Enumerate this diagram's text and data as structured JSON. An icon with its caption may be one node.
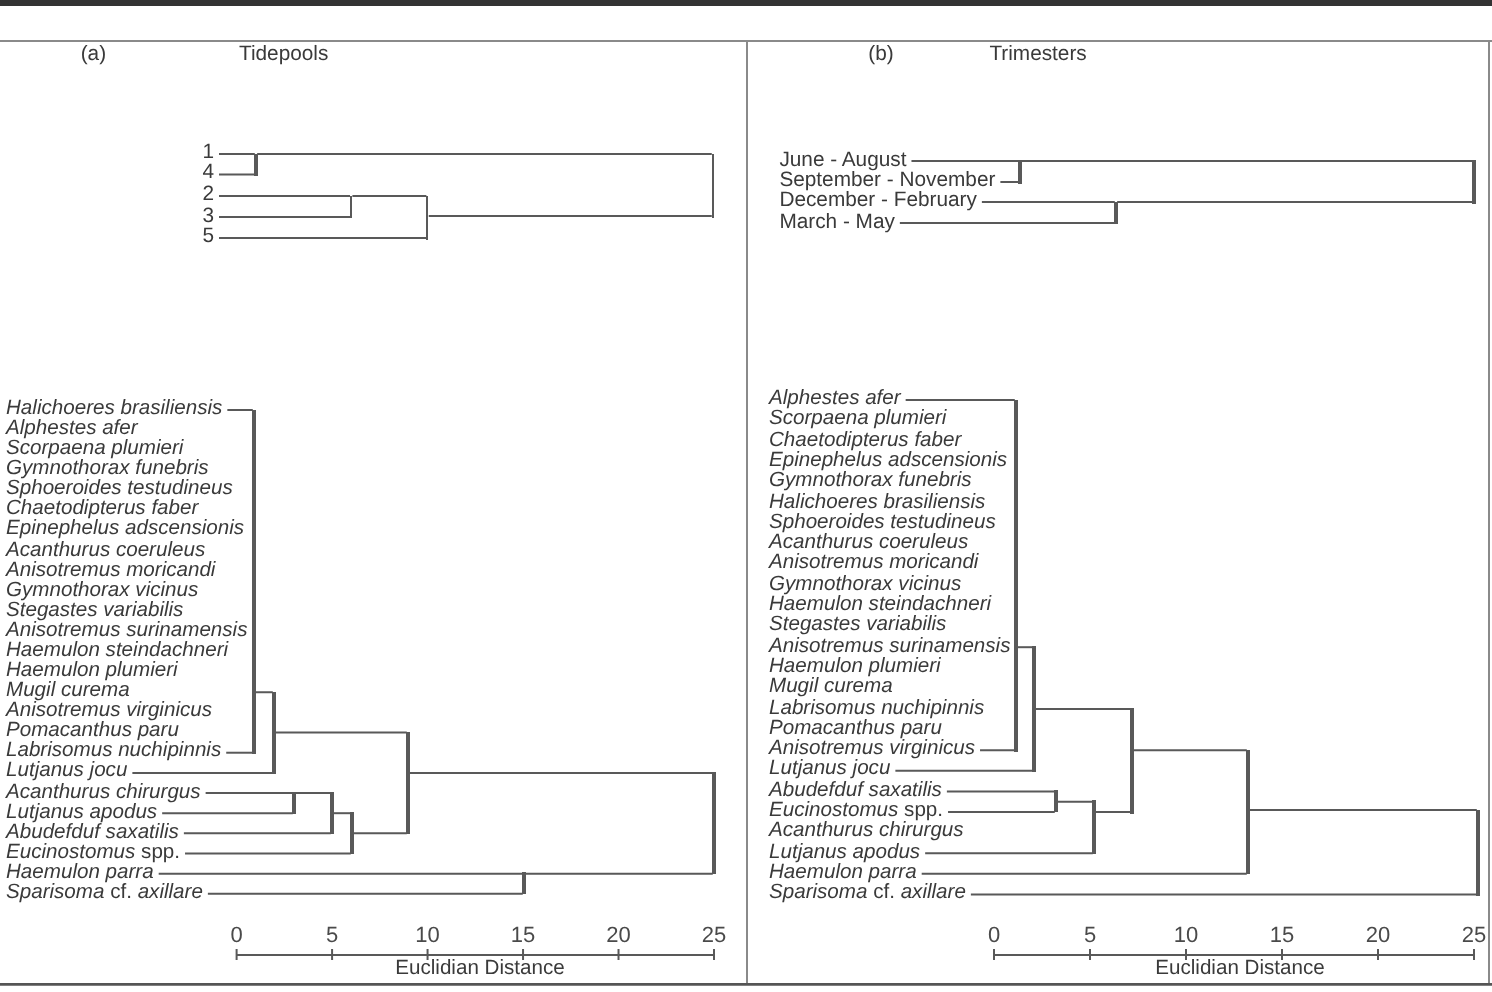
{
  "diagram": {
    "nodes": [
      {
        "text": [
          "1"
        ]
      },
      {
        "text": [
          "4"
        ]
      },
      {
        "text": [
          "2"
        ]
      },
      {
        "text": [
          "3"
        ]
      },
      {
        "text": [
          "5"
        ]
      },
      {
        "text": [],
        "shape": "bar"
      },
      {
        "text": [],
        "shape": "bar"
      },
      {
        "text": [],
        "shape": "bar"
      },
      {
        "text": [],
        "shape": "bar"
      },
      {
        "text": [
          "Halichoeres brasiliensis"
        ]
      },
      {
        "text": [
          "Labrisomus nuchipinnis"
        ]
      },
      {
        "text": [
          "Lutjanus jocu"
        ]
      },
      {
        "text": [
          "Acanthurus chirurgus"
        ]
      },
      {
        "text": [
          "Lutjanus apodus"
        ]
      },
      {
        "text": [
          "Abudefduf saxatilis"
        ]
      },
      {
        "text": [
          "*Eucinostomus* spp."
        ]
      },
      {
        "text": [
          "Haemulon parra"
        ]
      },
      {
        "text": [
          "*Sparisoma* cf. *axillare*"
        ]
      },
      {
        "text": [],
        "shape": "bar"
      },
      {
        "text": [],
        "shape": "bar"
      },
      {
        "text": [],
        "shape": "bar"
      },
      {
        "text": [],
        "shape": "bar"
      },
      {
        "text": [],
        "shape": "bar"
      },
      {
        "text": [],
        "shape": "bar"
      },
      {
        "text": [],
        "shape": "bar"
      },
      {
        "text": [],
        "shape": "bar"
      },
      {
        "text": [
          "June - August"
        ]
      },
      {
        "text": [
          "September - November"
        ]
      },
      {
        "text": [
          "December - February"
        ]
      },
      {
        "text": [
          "March - May"
        ]
      },
      {
        "text": [],
        "shape": "bar"
      },
      {
        "text": [],
        "shape": "bar"
      },
      {
        "text": [],
        "shape": "bar"
      },
      {
        "text": [
          "Alphestes afer"
        ]
      },
      {
        "text": [
          "Anisotremus virginicus"
        ]
      },
      {
        "text": [
          "Lutjanus jocu"
        ]
      },
      {
        "text": [
          "Abudefduf saxatilis"
        ]
      },
      {
        "text": [
          "*Eucinostomus* spp."
        ]
      },
      {
        "text": [
          "Lutjanus apodus"
        ]
      },
      {
        "text": [
          "Haemulon parra"
        ]
      },
      {
        "text": [
          "*Sparisoma* cf. *axillare*"
        ]
      },
      {
        "text": [],
        "shape": "bar"
      },
      {
        "text": [],
        "shape": "bar"
      },
      {
        "text": [],
        "shape": "bar"
      },
      {
        "text": [],
        "shape": "bar"
      },
      {
        "text": [],
        "shape": "bar"
      },
      {
        "text": [],
        "shape": "bar"
      },
      {
        "text": [],
        "shape": "bar"
      }
    ],
    "edges": [
      {
        "from": 0,
        "to": 5,
        "arrow": "none"
      },
      {
        "from": 1,
        "to": 5,
        "arrow": "none"
      },
      {
        "from": 2,
        "to": 6,
        "arrow": "none"
      },
      {
        "from": 3,
        "to": 6,
        "arrow": "none"
      },
      {
        "from": 6,
        "to": 7,
        "arrow": "none"
      },
      {
        "from": 4,
        "to": 7,
        "arrow": "none"
      },
      {
        "from": 5,
        "to": 8,
        "arrow": "none"
      },
      {
        "from": 7,
        "to": 8,
        "arrow": "none"
      },
      {
        "from": 9,
        "to": 18,
        "arrow": "none"
      },
      {
        "from": 10,
        "to": 18,
        "arrow": "none"
      },
      {
        "from": 18,
        "to": 19,
        "arrow": "none"
      },
      {
        "from": 11,
        "to": 19,
        "arrow": "none"
      },
      {
        "from": 12,
        "to": 20,
        "arrow": "none"
      },
      {
        "from": 13,
        "to": 20,
        "arrow": "none"
      },
      {
        "from": 20,
        "to": 21,
        "arrow": "none"
      },
      {
        "from": 14,
        "to": 21,
        "arrow": "none"
      },
      {
        "from": 21,
        "to": 22,
        "arrow": "none"
      },
      {
        "from": 15,
        "to": 22,
        "arrow": "none"
      },
      {
        "from": 19,
        "to": 23,
        "arrow": "none"
      },
      {
        "from": 22,
        "to": 23,
        "arrow": "none"
      },
      {
        "from": 16,
        "to": 24,
        "arrow": "none"
      },
      {
        "from": 17,
        "to": 24,
        "arrow": "none"
      },
      {
        "from": 23,
        "to": 25,
        "arrow": "none"
      },
      {
        "from": 24,
        "to": 25,
        "arrow": "none"
      },
      {
        "from": 26,
        "to": 30,
        "arrow": "none"
      },
      {
        "from": 27,
        "to": 30,
        "arrow": "none"
      },
      {
        "from": 28,
        "to": 31,
        "arrow": "none"
      },
      {
        "from": 29,
        "to": 31,
        "arrow": "none"
      },
      {
        "from": 30,
        "to": 32,
        "arrow": "none"
      },
      {
        "from": 31,
        "to": 32,
        "arrow": "none"
      },
      {
        "from": 33,
        "to": 41,
        "arrow": "none"
      },
      {
        "from": 34,
        "to": 41,
        "arrow": "none"
      },
      {
        "from": 41,
        "to": 42,
        "arrow": "none"
      },
      {
        "from": 35,
        "to": 42,
        "arrow": "none"
      },
      {
        "from": 36,
        "to": 43,
        "arrow": "none"
      },
      {
        "from": 37,
        "to": 43,
        "arrow": "none"
      },
      {
        "from": 43,
        "to": 44,
        "arrow": "none"
      },
      {
        "from": 38,
        "to": 44,
        "arrow": "none"
      },
      {
        "from": 42,
        "to": 45,
        "arrow": "none"
      },
      {
        "from": 44,
        "to": 45,
        "arrow": "none"
      },
      {
        "from": 45,
        "to": 46,
        "arrow": "none"
      },
      {
        "from": 39,
        "to": 46,
        "arrow": "none"
      },
      {
        "from": 46,
        "to": 47,
        "arrow": "none"
      },
      {
        "from": 40,
        "to": 47,
        "arrow": "none"
      }
    ],
    "labels": [
      "(a)",
      "Tidepools",
      "(b)",
      "Trimesters",
      "Alphestes afer",
      "Scorpaena plumieri",
      "Gymnothorax funebris",
      "Sphoeroides testudineus",
      "Chaetodipterus faber",
      "Epinephelus adscensionis",
      "Acanthurus coeruleus",
      "Anisotremus moricandi",
      "Gymnothorax vicinus",
      "Stegastes variabilis",
      "Anisotremus surinamensis",
      "Haemulon steindachneri",
      "Haemulon plumieri",
      "Mugil curema",
      "Anisotremus virginicus",
      "Pomacanthus paru",
      "Scorpaena plumieri",
      "Chaetodipterus faber",
      "Epinephelus adscensionis",
      "Gymnothorax funebris",
      "Halichoeres brasiliensis",
      "Sphoeroides testudineus",
      "Acanthurus coeruleus",
      "Anisotremus moricandi",
      "Gymnothorax vicinus",
      "Haemulon steindachneri",
      "Stegastes variabilis",
      "Anisotremus surinamensis",
      "Haemulon plumieri",
      "Mugil curema",
      "Labrisomus nuchipinnis",
      "Pomacanthus paru",
      "Acanthurus chirurgus",
      "0",
      "5",
      "10",
      "15",
      "20",
      "25",
      "Euclidian Distance",
      "0",
      "5",
      "10",
      "15",
      "20",
      "25",
      "Euclidian Distance"
    ]
  }
}
